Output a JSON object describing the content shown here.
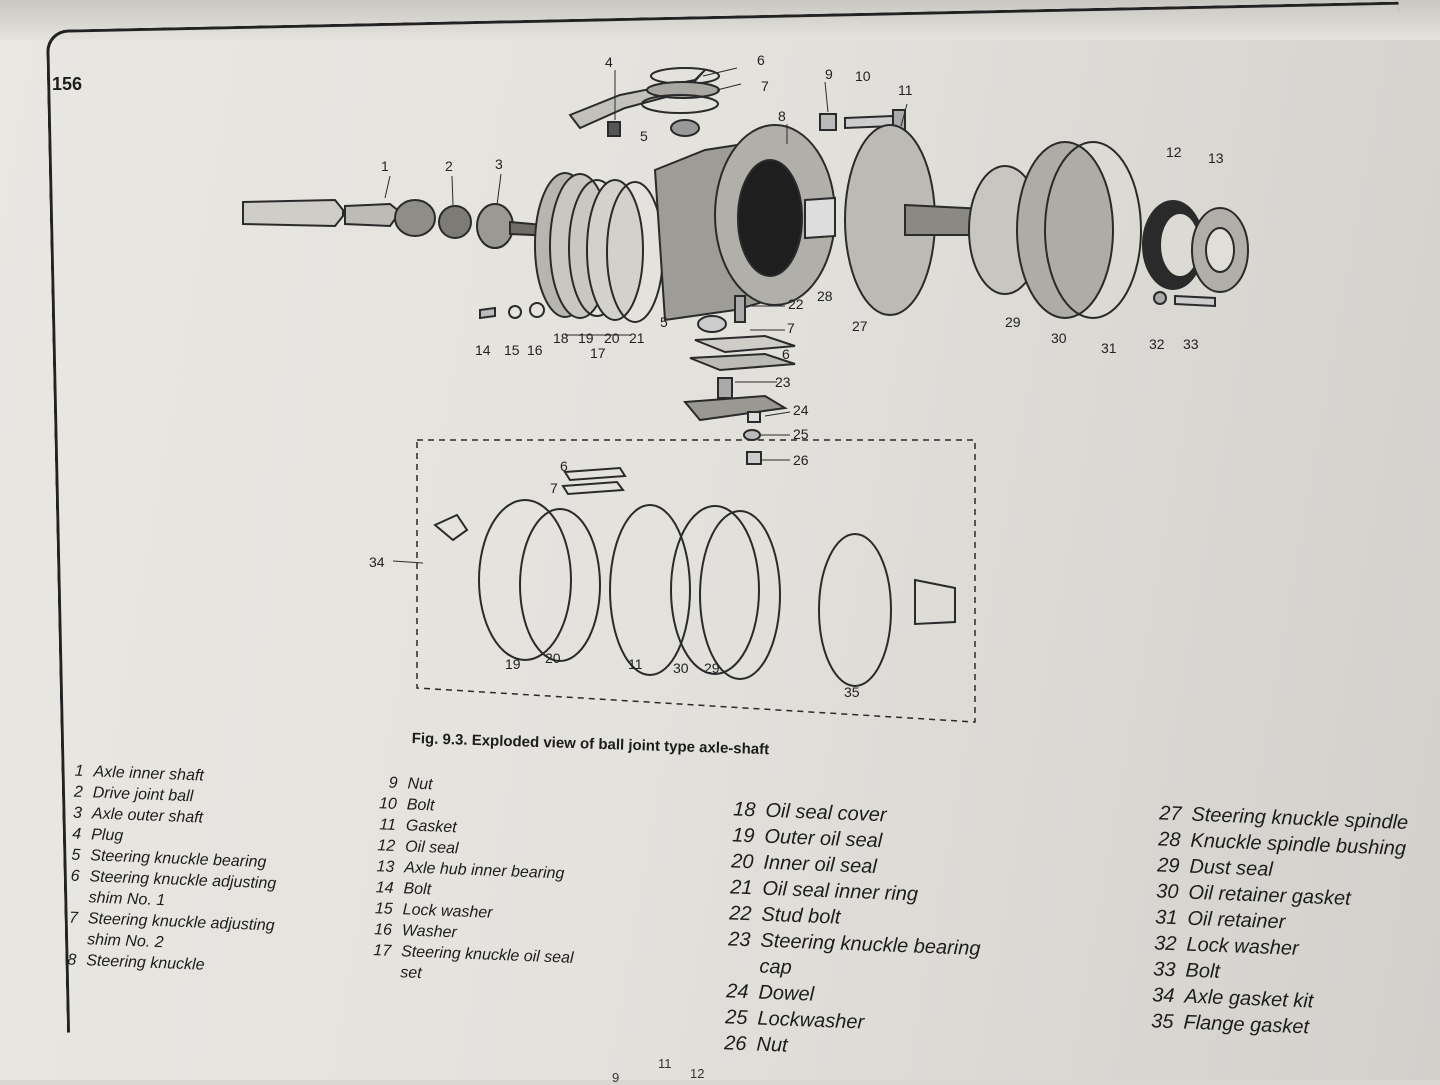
{
  "page_number": "156",
  "figure_caption": "Fig. 9.3. Exploded view of ball joint type axle-shaft",
  "callouts": [
    {
      "id": "c1",
      "text": "1"
    },
    {
      "id": "c2",
      "text": "2"
    },
    {
      "id": "c3",
      "text": "3"
    },
    {
      "id": "c4",
      "text": "4"
    },
    {
      "id": "c5a",
      "text": "5"
    },
    {
      "id": "c6a",
      "text": "6"
    },
    {
      "id": "c7a",
      "text": "7"
    },
    {
      "id": "c8",
      "text": "8"
    },
    {
      "id": "c9",
      "text": "9"
    },
    {
      "id": "c10",
      "text": "10"
    },
    {
      "id": "c11",
      "text": "11"
    },
    {
      "id": "c12",
      "text": "12"
    },
    {
      "id": "c13",
      "text": "13"
    },
    {
      "id": "c14",
      "text": "14"
    },
    {
      "id": "c15",
      "text": "15"
    },
    {
      "id": "c16",
      "text": "16"
    },
    {
      "id": "c17",
      "text": "17"
    },
    {
      "id": "c18",
      "text": "18"
    },
    {
      "id": "c19",
      "text": "19"
    },
    {
      "id": "c20",
      "text": "20"
    },
    {
      "id": "c21",
      "text": "21"
    },
    {
      "id": "c22",
      "text": "22"
    },
    {
      "id": "c5b",
      "text": "5"
    },
    {
      "id": "c7b",
      "text": "7"
    },
    {
      "id": "c6b",
      "text": "6"
    },
    {
      "id": "c23",
      "text": "23"
    },
    {
      "id": "c24",
      "text": "24"
    },
    {
      "id": "c25",
      "text": "25"
    },
    {
      "id": "c26",
      "text": "26"
    },
    {
      "id": "c27",
      "text": "27"
    },
    {
      "id": "c28",
      "text": "28"
    },
    {
      "id": "c29",
      "text": "29"
    },
    {
      "id": "c30",
      "text": "30"
    },
    {
      "id": "c31",
      "text": "31"
    },
    {
      "id": "c32",
      "text": "32"
    },
    {
      "id": "c33",
      "text": "33"
    },
    {
      "id": "c6c",
      "text": "6"
    },
    {
      "id": "c7c",
      "text": "7"
    },
    {
      "id": "c34",
      "text": "34"
    },
    {
      "id": "k19",
      "text": "19"
    },
    {
      "id": "k20",
      "text": "20"
    },
    {
      "id": "k11",
      "text": "11"
    },
    {
      "id": "k30",
      "text": "30"
    },
    {
      "id": "k29",
      "text": "29"
    },
    {
      "id": "c35",
      "text": "35"
    }
  ],
  "legend": {
    "col1": [
      {
        "num": "1",
        "label": "Axle inner shaft"
      },
      {
        "num": "2",
        "label": "Drive joint ball"
      },
      {
        "num": "3",
        "label": "Axle outer shaft"
      },
      {
        "num": "4",
        "label": "Plug"
      },
      {
        "num": "5",
        "label": "Steering knuckle bearing"
      },
      {
        "num": "6",
        "label": "Steering knuckle adjusting\nshim No. 1"
      },
      {
        "num": "7",
        "label": "Steering knuckle adjusting\nshim No. 2"
      },
      {
        "num": "8",
        "label": "Steering knuckle"
      }
    ],
    "col2": [
      {
        "num": "9",
        "label": "Nut"
      },
      {
        "num": "10",
        "label": "Bolt"
      },
      {
        "num": "11",
        "label": "Gasket"
      },
      {
        "num": "12",
        "label": "Oil seal"
      },
      {
        "num": "13",
        "label": "Axle hub inner bearing"
      },
      {
        "num": "14",
        "label": "Bolt"
      },
      {
        "num": "15",
        "label": "Lock washer"
      },
      {
        "num": "16",
        "label": "Washer"
      },
      {
        "num": "17",
        "label": "Steering knuckle oil seal\nset"
      }
    ],
    "col3": [
      {
        "num": "18",
        "label": "Oil seal cover"
      },
      {
        "num": "19",
        "label": "Outer oil seal"
      },
      {
        "num": "20",
        "label": "Inner oil seal"
      },
      {
        "num": "21",
        "label": "Oil seal inner ring"
      },
      {
        "num": "22",
        "label": "Stud bolt"
      },
      {
        "num": "23",
        "label": "Steering knuckle bearing\ncap"
      },
      {
        "num": "24",
        "label": "Dowel"
      },
      {
        "num": "25",
        "label": "Lockwasher"
      },
      {
        "num": "26",
        "label": "Nut"
      }
    ],
    "col4": [
      {
        "num": "27",
        "label": "Steering knuckle spindle"
      },
      {
        "num": "28",
        "label": "Knuckle spindle bushing"
      },
      {
        "num": "29",
        "label": "Dust seal"
      },
      {
        "num": "30",
        "label": "Oil retainer gasket"
      },
      {
        "num": "31",
        "label": "Oil retainer"
      },
      {
        "num": "32",
        "label": "Lock washer"
      },
      {
        "num": "33",
        "label": "Bolt"
      },
      {
        "num": "34",
        "label": "Axle gasket kit"
      },
      {
        "num": "35",
        "label": "Flange gasket"
      }
    ]
  },
  "footer": {
    "n1": "11",
    "n2": "12",
    "n3": "9"
  }
}
